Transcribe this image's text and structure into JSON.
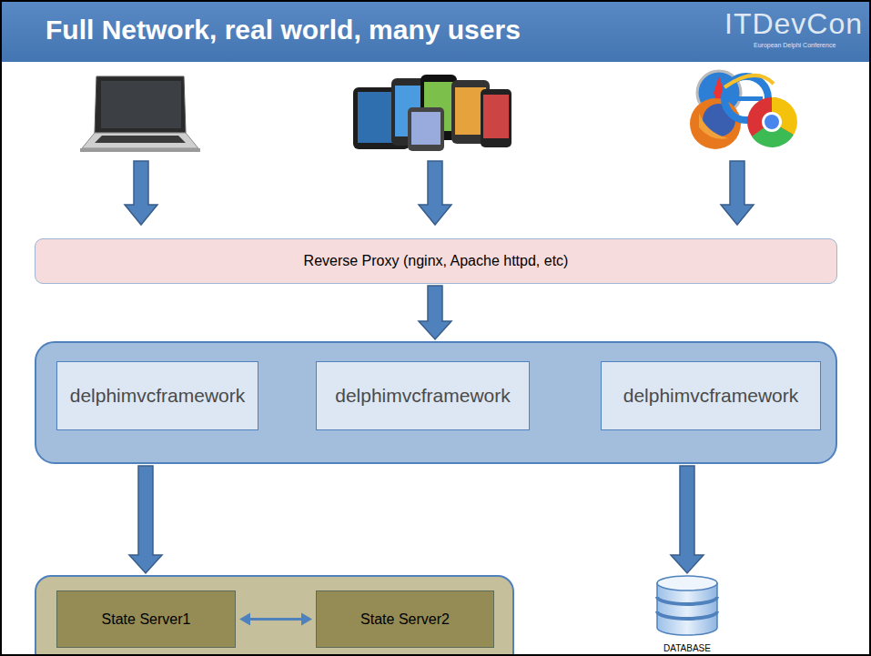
{
  "diagram": {
    "title": "Full Network, real world, many users",
    "nodes": [
      {
        "text": [
          "Reverse Proxy (nginx, Apache httpd, etc)"
        ]
      },
      {
        "text": []
      },
      {
        "text": [
          "delphimvcframework"
        ],
        "in": 1
      },
      {
        "text": [
          "delphimvcframework"
        ],
        "in": 1
      },
      {
        "text": [
          "delphimvcframework"
        ],
        "in": 1
      },
      {
        "text": []
      },
      {
        "text": [
          "State Server1"
        ],
        "in": 5
      },
      {
        "text": [
          "State Server2"
        ],
        "in": 5
      },
      {
        "text": [
          "DATABASE"
        ]
      }
    ],
    "edges": [
      {
        "from": 0,
        "to": 1,
        "arrow": "to"
      },
      {
        "from": 1,
        "to": 5,
        "arrow": "to"
      },
      {
        "from": 1,
        "to": 8,
        "arrow": "to"
      },
      {
        "from": 6,
        "to": 7,
        "arrow": "both"
      }
    ],
    "labels": [
      "ITDevCon",
      "European Delphi Conference"
    ]
  }
}
